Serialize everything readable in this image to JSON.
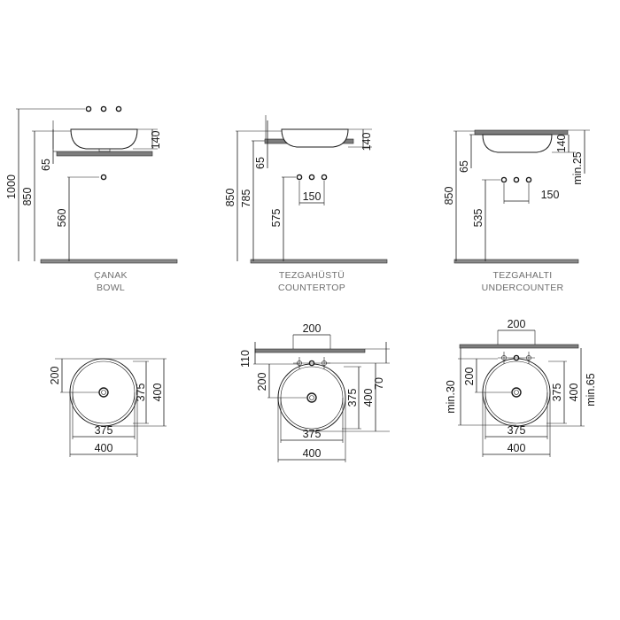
{
  "elevations": {
    "bowl": {
      "caption_tr": "ÇANAK",
      "caption_en": "BOWL",
      "dims": {
        "total_height": "1000",
        "counter_height": "850",
        "basin_height": "140",
        "counter_thickness": "65",
        "waste_height": "560"
      }
    },
    "countertop": {
      "caption_tr": "TEZGAHÜSTÜ",
      "caption_en": "COUNTERTOP",
      "dims": {
        "counter_height": "850",
        "counter_underside": "785",
        "basin_height": "140",
        "counter_thickness": "65",
        "waste_height": "575",
        "tap_spacing": "150"
      }
    },
    "undercounter": {
      "caption_tr": "TEZGAHALTI",
      "caption_en": "UNDERCOUNTER",
      "dims": {
        "counter_height": "850",
        "basin_height": "140",
        "counter_thickness": "65",
        "min_clearance": "min.25",
        "waste_height": "535",
        "tap_spacing": "150"
      }
    }
  },
  "plans": {
    "bowl": {
      "inner_diameter": "375",
      "outer_diameter": "400",
      "waste_offset": "200",
      "depth_inner": "375",
      "depth_outer": "400"
    },
    "countertop": {
      "top_offset": "200",
      "edge_distance": "110",
      "waste_offset": "200",
      "depth_inner": "375",
      "depth_outer": "400",
      "tap_offset": "70",
      "inner_diameter": "375",
      "outer_diameter": "400"
    },
    "undercounter": {
      "top_offset": "200",
      "min_front": "min.30",
      "waste_offset": "200",
      "depth_inner": "375",
      "depth_outer": "400",
      "min_back": "min.65",
      "inner_diameter": "375",
      "outer_diameter": "400"
    }
  }
}
